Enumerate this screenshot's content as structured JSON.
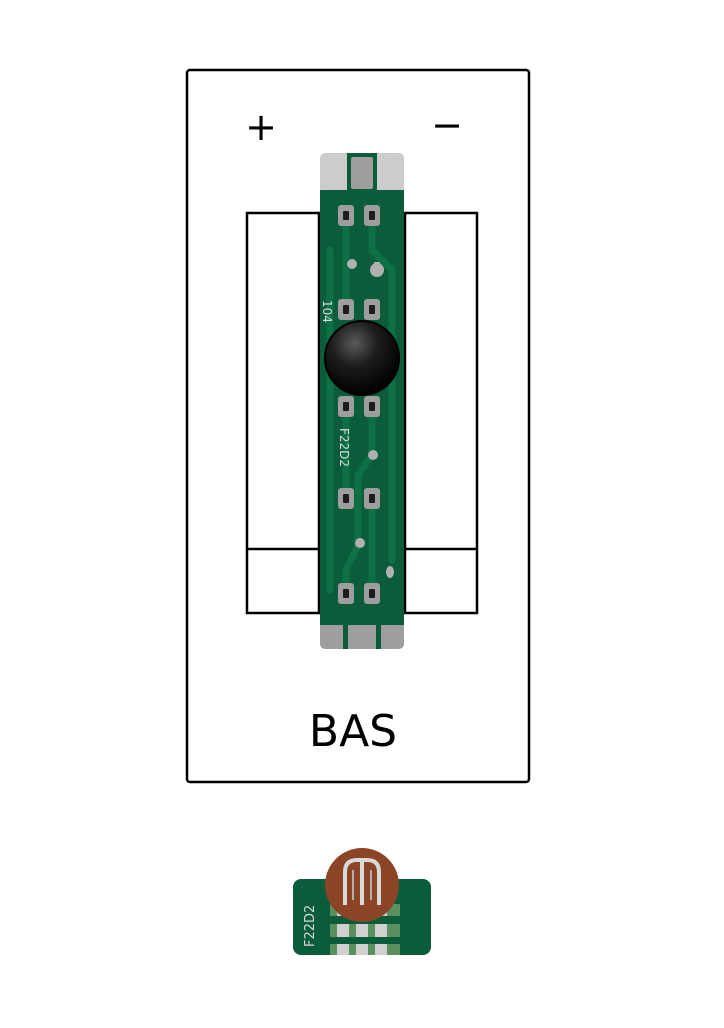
{
  "panel": {
    "plus_label": "+",
    "minus_label": "−",
    "title": "BAS"
  },
  "pcb": {
    "label_top": "104",
    "label_bottom": "F22D2"
  },
  "footprint": {
    "label": "F22D2"
  },
  "colors": {
    "pcb_green": "#0a5c3a",
    "pcb_trace": "#0e7045",
    "pad_silver": "#9e9e9e",
    "edge_connector": "#cccccc",
    "knob_black": "#111111",
    "trimmer_brown": "#8b4426",
    "outline": "#000000"
  }
}
